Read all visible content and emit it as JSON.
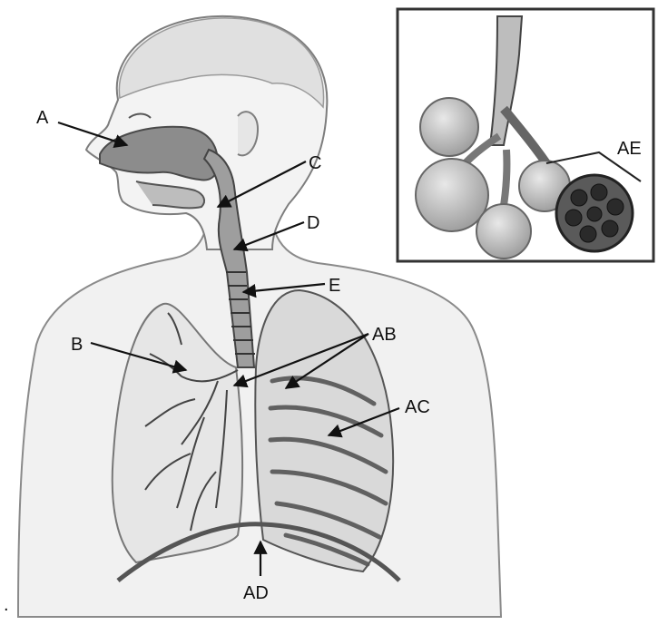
{
  "labels": {
    "A": "A",
    "B": "B",
    "C": "C",
    "D": "D",
    "E": "E",
    "AB": "AB",
    "AC": "AC",
    "AD": "AD",
    "AE": "AE"
  },
  "stray_mark": "."
}
